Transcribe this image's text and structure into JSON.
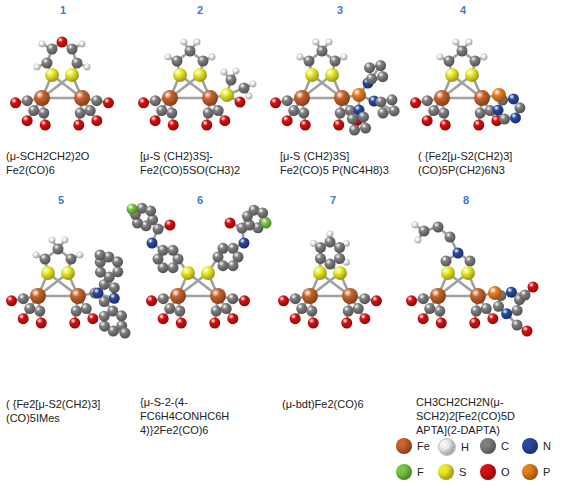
{
  "diagram": {
    "labels": [
      "1",
      "2",
      "3",
      "4",
      "5",
      "6",
      "7",
      "8",
      "(μ-SCH2CH2)2O Fe2(CO)6",
      "[μ-S (CH2)3S]- Fe2(CO)5SO(CH3)2",
      "[μ-S (CH2)3S] Fe2(CO)5 P(NC4H8)3",
      "( {Fe2[μ-S2(CH2)3] (CO)5P(CH2)6N3",
      "( {Fe2[μ-S2(CH2)3] (CO)5IMes",
      "{μ-S-2-(4- FC6H4CONHC6H 4)}2Fe2(CO)6",
      "(μ-bdt)Fe2(CO)6",
      "CH3CH2CH2N(μ- SCH2)2[Fe2(CO)5D APTA](2-DAPTA)"
    ],
    "legend": [
      {
        "text": "Fe",
        "color": "#c8642c"
      },
      {
        "text": "H",
        "color": "#f4f4f4"
      },
      {
        "text": "C",
        "color": "#808080"
      },
      {
        "text": "N",
        "color": "#2a4aa0"
      },
      {
        "text": "F",
        "color": "#7ac943"
      },
      {
        "text": "S",
        "color": "#ecec2a"
      },
      {
        "text": "O",
        "color": "#d81010"
      },
      {
        "text": "P",
        "color": "#e8801c"
      }
    ]
  }
}
